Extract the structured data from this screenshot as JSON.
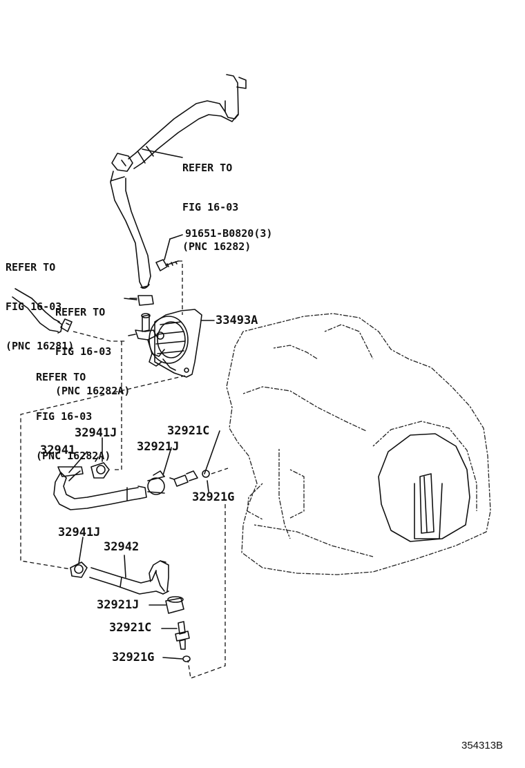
{
  "callouts": {
    "refer_top": {
      "line1": "REFER TO",
      "line2": "FIG 16-03",
      "line3": "(PNC 16282)"
    },
    "refer_left": {
      "line1": "REFER TO",
      "line2": "FIG 16-03",
      "line3": "(PNC 16281)"
    },
    "refer_mid": {
      "line1": "REFER TO",
      "line2": "FIG 16-03",
      "line3": "(PNC 16282A)"
    },
    "refer_low": {
      "line1": "REFER TO",
      "line2": "FIG 16-03",
      "line3": "(PNC 16282A)"
    }
  },
  "parts": {
    "bolt": "91651-B0820(3)",
    "cooler": "33493A",
    "clip_upper": "32941J",
    "hose_upper": "32941",
    "clamp_upper": "32921J",
    "union_upper": "32921C",
    "gasket_upper": "32921G",
    "clip_lower": "32941J",
    "hose_lower": "32942",
    "clamp_lower": "32921J",
    "union_lower": "32921C",
    "gasket_lower": "32921G"
  },
  "figure_id": "354313B"
}
